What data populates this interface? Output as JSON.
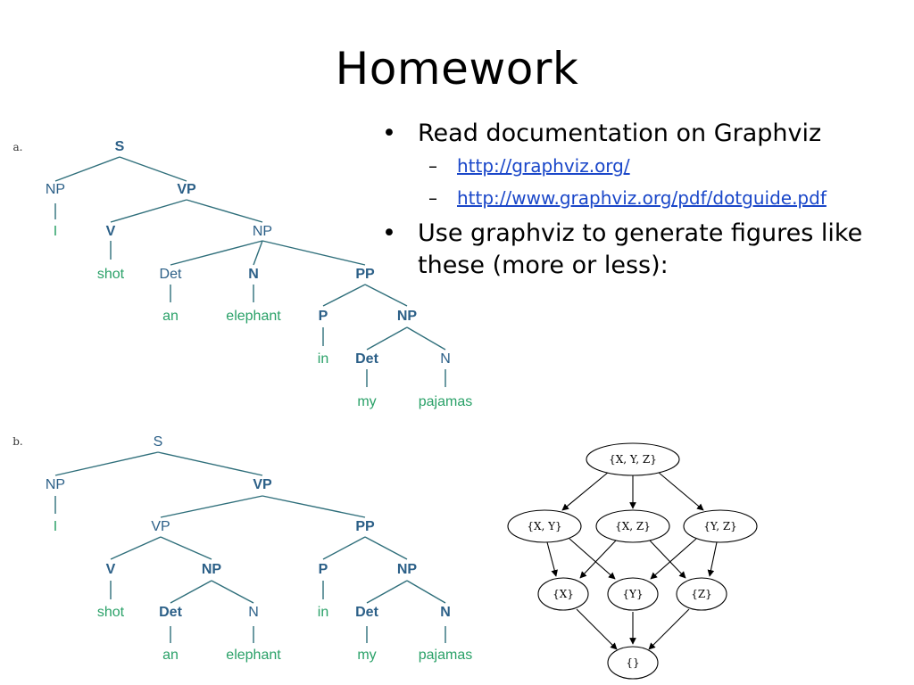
{
  "slide": {
    "title": "Homework"
  },
  "bullets": [
    {
      "text": "Read documentation on Graphviz",
      "subitems": [
        "http://graphviz.org/",
        "http://www.graphviz.org/pdf/dotguide.pdf"
      ]
    },
    {
      "text": "Use graphviz to generate figures like these (more or less):"
    }
  ],
  "figure_a": {
    "label": "a.",
    "nodes": {
      "S": "S",
      "NP1": "NP",
      "VP": "VP",
      "I": "I",
      "V": "V",
      "NP2": "NP",
      "shot": "shot",
      "Det1": "Det",
      "N1": "N",
      "PP": "PP",
      "an": "an",
      "elephant": "elephant",
      "P": "P",
      "NP3": "NP",
      "in": "in",
      "Det2": "Det",
      "N2": "N",
      "my": "my",
      "pajamas": "pajamas"
    }
  },
  "figure_b": {
    "label": "b.",
    "nodes": {
      "S": "S",
      "NP1": "NP",
      "VP1": "VP",
      "I": "I",
      "VP2": "VP",
      "PP": "PP",
      "V": "V",
      "NP2": "NP",
      "P": "P",
      "NP3": "NP",
      "shot": "shot",
      "Det1": "Det",
      "N1": "N",
      "in": "in",
      "Det2": "Det",
      "N2": "N",
      "an": "an",
      "elephant": "elephant",
      "my": "my",
      "pajamas": "pajamas"
    }
  },
  "lattice": {
    "nodes": {
      "xyz": "{X, Y, Z}",
      "xy": "{X, Y}",
      "xz": "{X, Z}",
      "yz": "{Y, Z}",
      "x": "{X}",
      "y": "{Y}",
      "z": "{Z}",
      "empty": "{}"
    }
  }
}
